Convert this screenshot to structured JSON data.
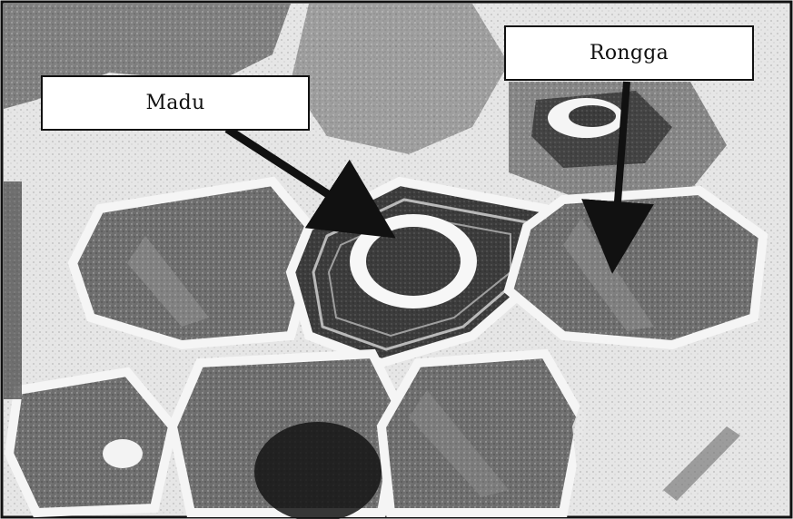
{
  "image": {
    "alt_label": "",
    "style": "high-contrast grayscale photograph of honeycomb cells"
  },
  "labels": {
    "honey": "Madu",
    "cavity": "Rongga"
  },
  "colors": {
    "background": "#ffffff",
    "cell_fill": "#6b6b6b",
    "cell_dark": "#2a2a2a",
    "wall": "#f2f2f2",
    "arrow": "#111111"
  }
}
